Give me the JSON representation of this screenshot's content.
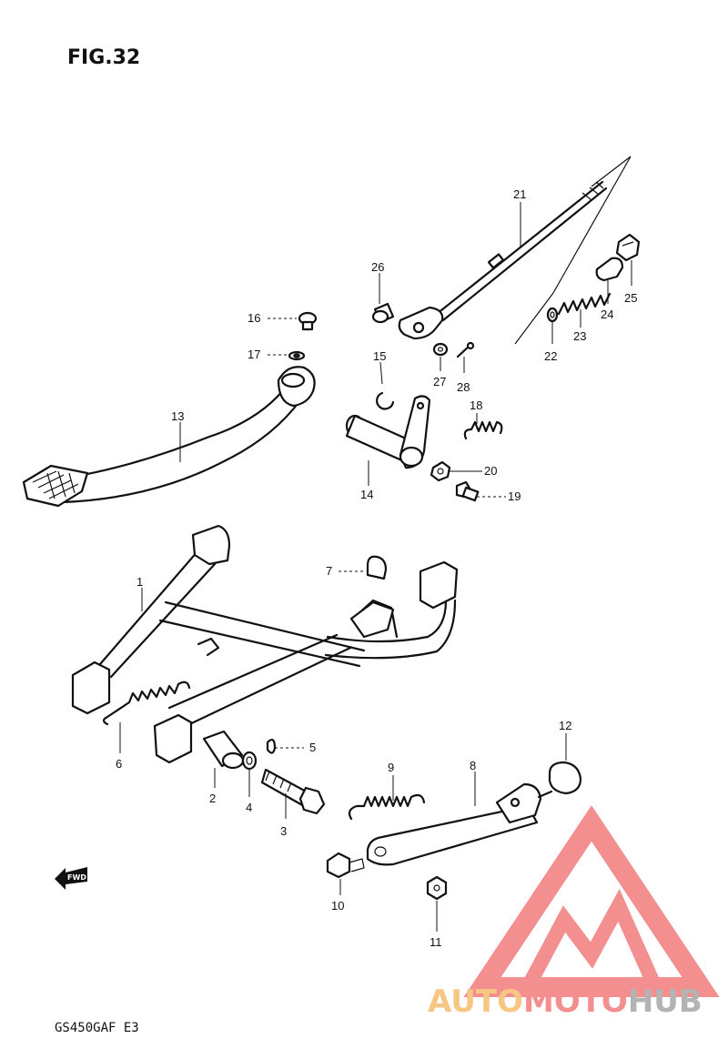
{
  "figure_title": "FIG.32",
  "model_code": "GS450GAF E3",
  "fwd_label": "FWD",
  "watermark": {
    "part1": "AUTO",
    "part2": "MOTO",
    "part3": "HUB",
    "color_orange": "#f5b45a",
    "color_red": "#f06a6a",
    "color_grey": "#9a9a9a"
  },
  "labels": {
    "p1": "1",
    "p2": "2",
    "p3": "3",
    "p4": "4",
    "p5": "5",
    "p6": "6",
    "p7": "7",
    "p8": "8",
    "p9": "9",
    "p10": "10",
    "p11": "11",
    "p12": "12",
    "p13": "13",
    "p14": "14",
    "p15": "15",
    "p16": "16",
    "p17": "17",
    "p18": "18",
    "p19": "19",
    "p20": "20",
    "p21": "21",
    "p22": "22",
    "p23": "23",
    "p24": "24",
    "p25": "25",
    "p26": "26",
    "p27": "27",
    "p28": "28"
  }
}
